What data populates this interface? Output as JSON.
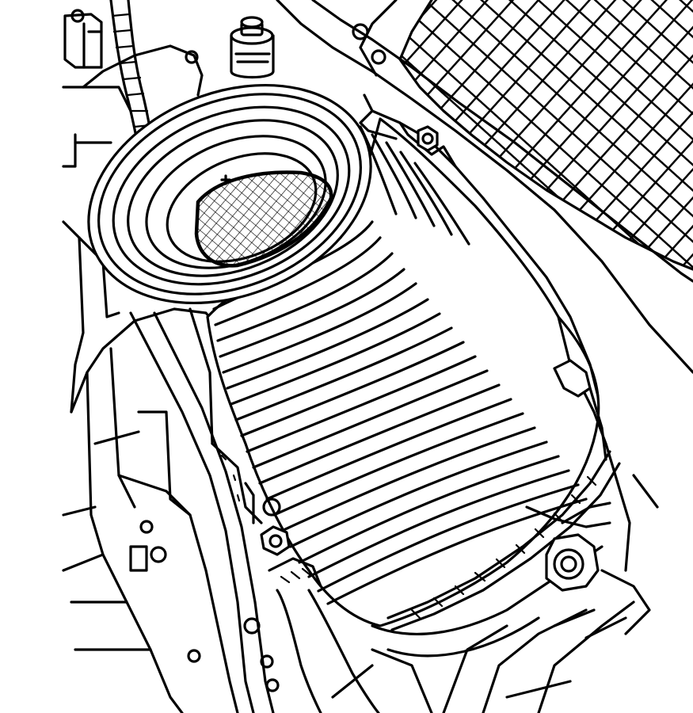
{
  "illustration": {
    "description_hidden": "",
    "components": [
      "radiator-grille",
      "air-intake-duct",
      "duct-inlet-flange",
      "air-filter-screen",
      "duct-clamp",
      "mounting-bolt",
      "wiring-harness",
      "sensor-connector",
      "hose-clamp"
    ],
    "colors": {
      "line": "#000000",
      "background": "#ffffff"
    }
  }
}
